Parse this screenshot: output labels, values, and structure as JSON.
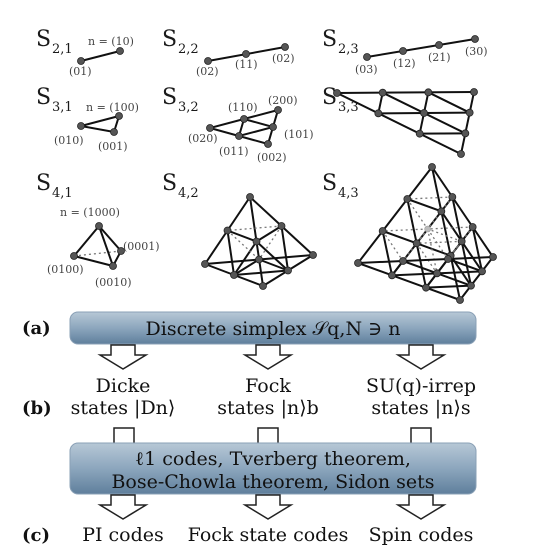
{
  "simplex_panels": [
    {
      "id": "S21",
      "symbol": "S",
      "sub": "2,1",
      "vector_label": "n = (10)",
      "vertex_labels": [
        "(01)"
      ]
    },
    {
      "id": "S22",
      "symbol": "S",
      "sub": "2,2",
      "vertex_labels": [
        "(02)",
        "(11)",
        "(02)"
      ]
    },
    {
      "id": "S23",
      "symbol": "S",
      "sub": "2,3",
      "vertex_labels": [
        "(03)",
        "(12)",
        "(21)",
        "(30)"
      ]
    },
    {
      "id": "S31",
      "symbol": "S",
      "sub": "3,1",
      "vector_label": "n = (100)",
      "vertex_labels": [
        "(010)",
        "(001)"
      ]
    },
    {
      "id": "S32",
      "symbol": "S",
      "sub": "3,2",
      "vertex_labels": [
        "(110)",
        "(200)",
        "(020)",
        "(101)",
        "(011)",
        "(002)"
      ]
    },
    {
      "id": "S33",
      "symbol": "S",
      "sub": "3,3",
      "vertex_labels": []
    },
    {
      "id": "S41",
      "symbol": "S",
      "sub": "4,1",
      "vector_label": "n = (1000)",
      "vertex_labels": [
        "(0001)",
        "(0100)",
        "(0010)"
      ]
    },
    {
      "id": "S42",
      "symbol": "S",
      "sub": "4,2",
      "vertex_labels": []
    },
    {
      "id": "S43",
      "symbol": "S",
      "sub": "4,3",
      "vertex_labels": []
    }
  ],
  "row_a": {
    "label": "(a)",
    "box_text": "Discrete simplex 𝒮q,N ∋ n"
  },
  "row_b": {
    "label": "(b)",
    "columns": [
      {
        "line1": "Dicke",
        "line2": "states |Dn⟩"
      },
      {
        "line1": "Fock",
        "line2": "states |n⟩b"
      },
      {
        "line1": "SU(q)-irrep",
        "line2": "states |n⟩s"
      }
    ]
  },
  "middle_box": {
    "line1": "ℓ1 codes, Tverberg theorem,",
    "line2": "Bose-Chowla theorem, Sidon sets"
  },
  "row_c": {
    "label": "(c)",
    "items": [
      "PI codes",
      "Fock state codes",
      "Spin codes"
    ]
  },
  "colors": {
    "box_top": "#a9bccd",
    "box_bottom": "#5f7f9c",
    "edge": "#111111",
    "vertex": "#555555"
  }
}
